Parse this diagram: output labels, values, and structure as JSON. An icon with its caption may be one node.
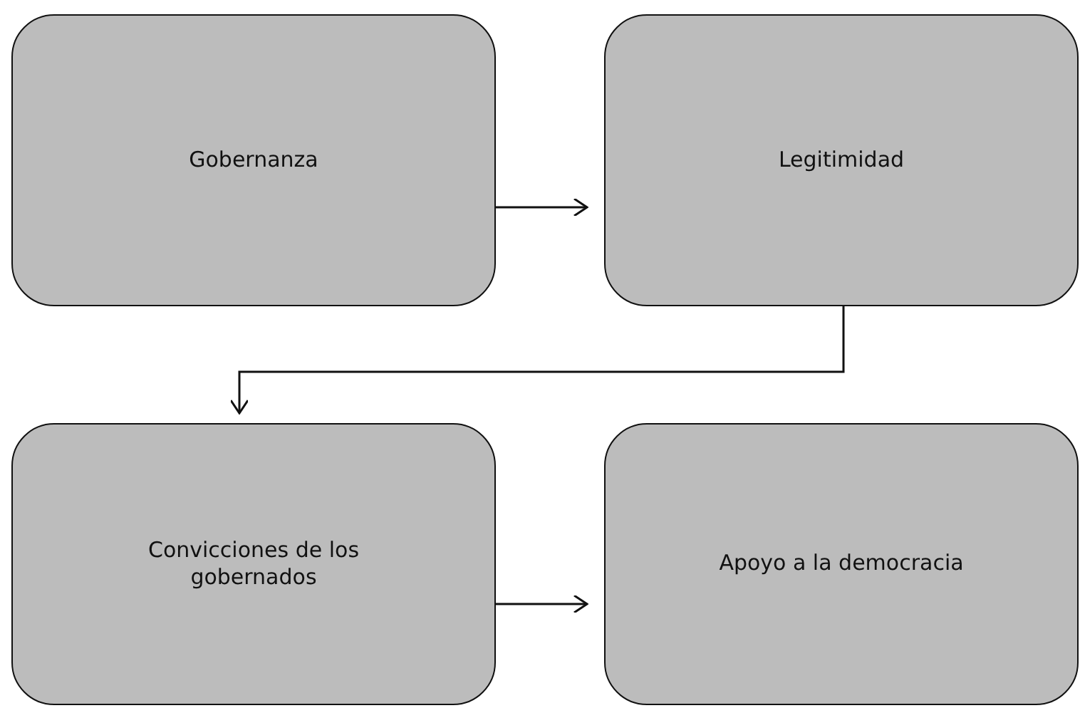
{
  "diagram": {
    "nodes": [
      {
        "text": [
          "Gobernanza"
        ]
      },
      {
        "text": [
          "Legitimidad"
        ]
      },
      {
        "text": [
          "Convicciones de los gobernados"
        ]
      },
      {
        "text": [
          "Apoyo a la democracia"
        ]
      }
    ],
    "edges": [
      {
        "from": 0,
        "to": 1,
        "arrow": "to"
      },
      {
        "from": 1,
        "to": 2,
        "arrow": "to"
      },
      {
        "from": 2,
        "to": 3,
        "arrow": "to"
      }
    ]
  }
}
